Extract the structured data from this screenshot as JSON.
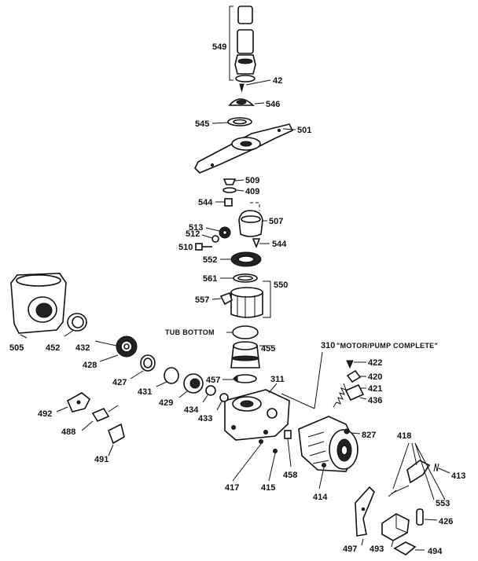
{
  "labels": {
    "p549": "549",
    "p42": "42",
    "p546": "546",
    "p545": "545",
    "p501": "501",
    "p509": "509",
    "p409": "409",
    "p544a": "544",
    "p507": "507",
    "p513": "513",
    "p512": "512",
    "p510": "510",
    "p544b": "544",
    "p552": "552",
    "p561": "561",
    "p550": "550",
    "p557": "557",
    "p505": "505",
    "p452": "452",
    "p432": "432",
    "p428": "428",
    "p427": "427",
    "p431": "431",
    "p429": "429",
    "p434": "434",
    "p433": "433",
    "p455": "455",
    "p457": "457",
    "p311": "311",
    "p310": "310",
    "p422": "422",
    "p420": "420",
    "p421": "421",
    "p436": "436",
    "p827": "827",
    "p492": "492",
    "p488": "488",
    "p491": "491",
    "p417": "417",
    "p415": "415",
    "p458": "458",
    "p414": "414",
    "p418": "418",
    "p413": "413",
    "p553": "553",
    "p426": "426",
    "p497": "497",
    "p493": "493",
    "p494": "494"
  },
  "captions": {
    "tub_bottom": "TUB BOTTOM",
    "motor_pump": "\"MOTOR/PUMP COMPLETE\""
  }
}
